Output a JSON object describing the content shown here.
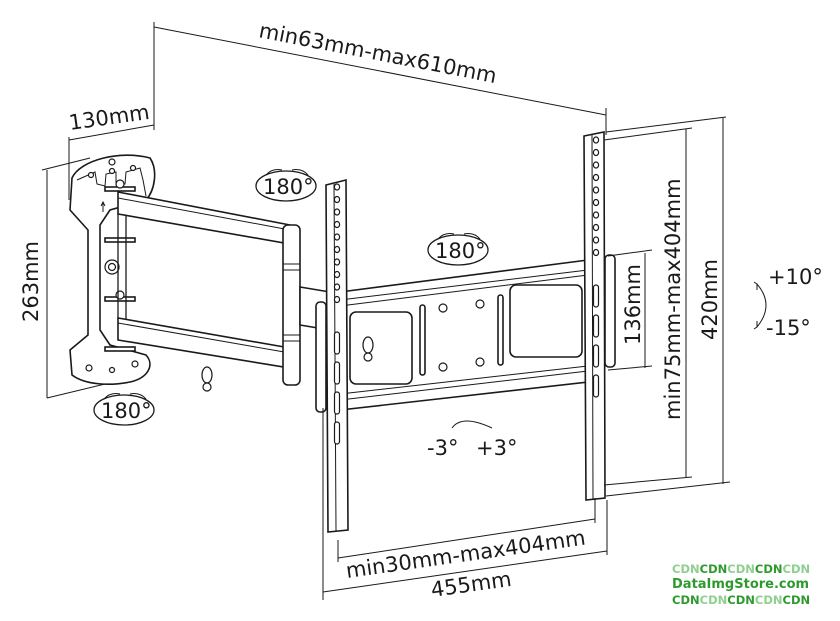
{
  "diagram": {
    "title": "TV wall mount dimension drawing",
    "dimensions": {
      "extension": "min63mm-max610mm",
      "wall_plate_width": "130mm",
      "wall_plate_height": "263mm",
      "vertical_hole_spacing": "min75mm-max404mm",
      "bracket_height": "420mm",
      "wall_plate_hole_spacing": "136mm",
      "horizontal_hole_spacing": "min30mm-max404mm",
      "bracket_width": "455mm"
    },
    "rotations": {
      "wall_swivel": "180°",
      "arm_swivel": "180°",
      "bracket_swivel": "180°",
      "tilt_up": "+10°",
      "tilt_down": "-15°",
      "level_minus": "-3°",
      "level_plus": "+3°"
    },
    "colors": {
      "line": "#1a1a1a",
      "watermark_light": "#8fcf8f",
      "watermark_dark": "#2e9a2e"
    }
  },
  "watermark": {
    "line1": [
      "CDN",
      "CDN",
      "CDN",
      "CDN",
      "CDN"
    ],
    "site": "DataImgStore.com",
    "line3": [
      "CDN",
      "CDN",
      "CDN",
      "CDN",
      "CDN"
    ]
  }
}
